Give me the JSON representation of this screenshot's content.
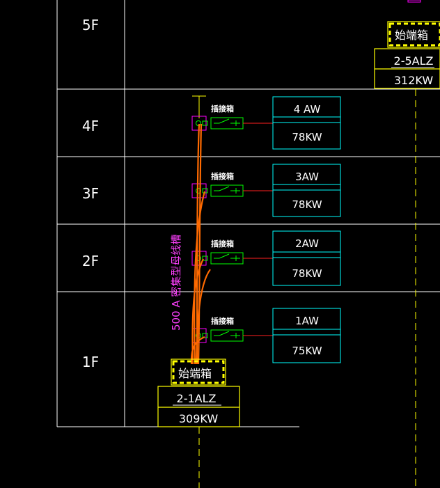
{
  "floors": [
    "5F",
    "4F",
    "3F",
    "2F",
    "1F"
  ],
  "connector_label": "插接箱",
  "panels": [
    {
      "name": "4 AW",
      "power": "78KW"
    },
    {
      "name": "3AW",
      "power": "78KW"
    },
    {
      "name": "2AW",
      "power": "78KW"
    },
    {
      "name": "1AW",
      "power": "75KW"
    }
  ],
  "terminal_label": "始端箱",
  "main_distribution": {
    "name": "2-1ALZ",
    "power": "309KW"
  },
  "upper_distribution": {
    "name": "2-5ALZ",
    "power": "312KW"
  },
  "busway_label": "500 A 密集型母线槽",
  "colors": {
    "grid": "#ffffff",
    "panel": "#00ffff",
    "busbar": "#ff6a00",
    "terminal": "#ffff00",
    "breaker": "#00ff00",
    "plug": "#ff00ff",
    "feeder": "#ff2020"
  }
}
